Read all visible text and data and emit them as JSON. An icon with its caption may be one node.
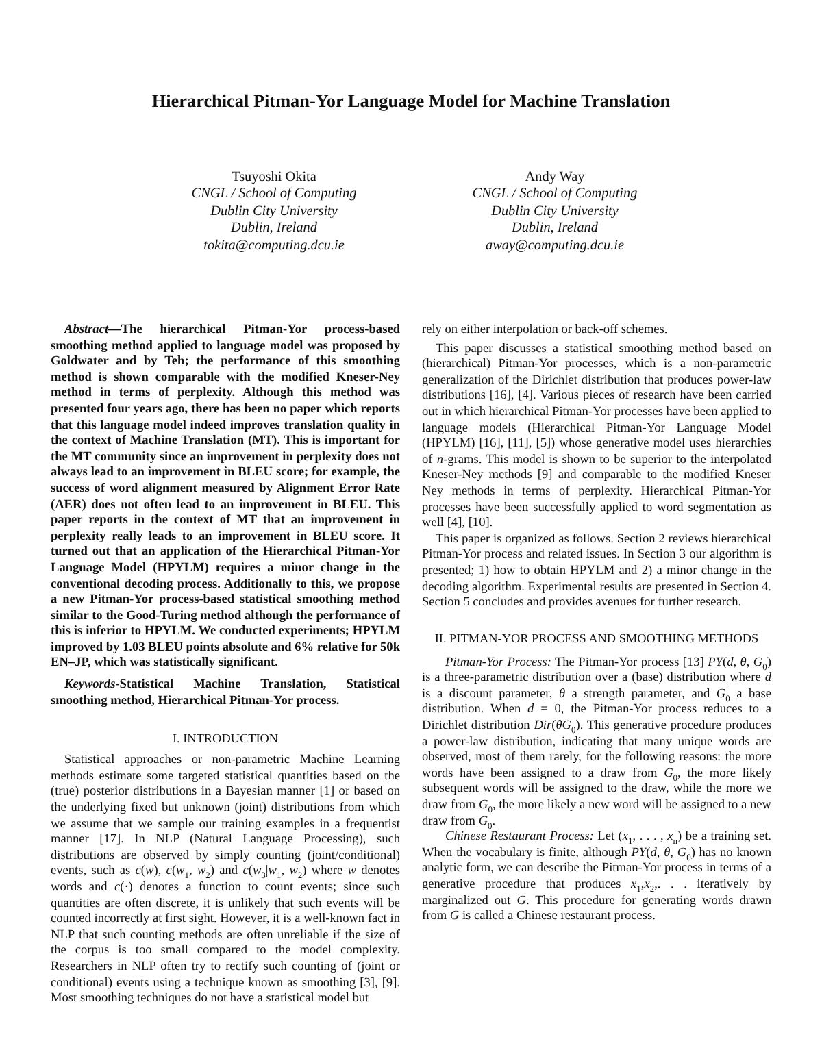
{
  "diagram": {
    "title": "Hierarchical Pitman-Yor Language Model for Machine Translation",
    "labels": [
      "Tsuyoshi Okita",
      "CNGL / School of Computing",
      "Dublin City University",
      "Dublin, Ireland",
      "tokita@computing.dcu.ie",
      "Andy Way",
      "CNGL / School of Computing",
      "Dublin City University",
      "Dublin, Ireland",
      "away@computing.dcu.ie",
      "*Abstract*—The hierarchical Pitman-Yor process-based smoothing method applied to language model was proposed by Goldwater and by Teh; the performance of this smoothing method is shown comparable with the modified Kneser-Ney method in terms of perplexity. Although this method was presented four years ago, there has been no paper which reports that this language model indeed improves translation quality in the context of Machine Translation (MT). This is important for the MT community since an improvement in perplexity does not always lead to an improvement in BLEU score; for example, the success of word alignment measured by Alignment Error Rate (AER) does not often lead to an improvement in BLEU. This paper reports in the context of MT that an improvement in perplexity really leads to an improvement in BLEU score. It turned out that an application of the Hierarchical Pitman-Yor Language Model (HPYLM) requires a minor change in the conventional decoding process. Additionally to this, we propose a new Pitman-Yor process-based statistical smoothing method similar to the Good-Turing method although the performance of this is inferior to HPYLM. We conducted experiments; HPYLM improved by 1.03 BLEU points absolute and 6% relative for 50k EN–JP, which was statistically significant.",
      "*Keywords*-Statistical Machine Translation, Statistical smoothing method, Hierarchical Pitman-Yor process.",
      "I. INTRODUCTION",
      "Statistical approaches or non-parametric Machine Learning methods estimate some targeted statistical quantities based on the (true) posterior distributions in a Bayesian manner [1] or based on the underlying fixed but unknown (joint) distributions from which we assume that we sample our training examples in a frequentist manner [17]. In NLP (Natural Language Processing), such distributions are observed by simply counting (joint/conditional) events, such as *c*(*w*), *c*(*w*$_{1}$, *w*$_{2}$) and *c*(*w*$_{3}$|*w*$_{1}$, *w*$_{2}$) where *w* denotes words and *c*(·) denotes a function to count events; since such quantities are often discrete, it is unlikely that such events will be counted incorrectly at first sight. However, it is a well-known fact in NLP that such counting methods are often unreliable if the size of the corpus is too small compared to the model complexity. Researchers in NLP often try to rectify such counting of (joint or conditional) events using a technique known as smoothing [3], [9]. Most smoothing techniques do not have a statistical model but",
      "rely on either interpolation or back-off schemes.",
      "This paper discusses a statistical smoothing method based on (hierarchical) Pitman-Yor processes, which is a non-parametric generalization of the Dirichlet distribution that produces power-law distributions [16], [4]. Various pieces of research have been carried out in which hierarchical Pitman-Yor processes have been applied to language models (Hierarchical Pitman-Yor Language Model (HPYLM) [16], [11], [5]) whose generative model uses hierarchies of *n*-grams. This model is shown to be superior to the interpolated Kneser-Ney methods [9] and comparable to the modified Kneser Ney methods in terms of perplexity. Hierarchical Pitman-Yor processes have been successfully applied to word segmentation as well [4], [10].",
      "This paper is organized as follows. Section 2 reviews hierarchical Pitman-Yor process and related issues. In Section 3 our algorithm is presented; 1) how to obtain HPYLM and 2) a minor change in the decoding algorithm. Experimental results are presented in Section 4. Section 5 concludes and provides avenues for further research.",
      "II. PITMAN-YOR PROCESS AND SMOOTHING METHODS",
      "*Pitman-Yor Process:* The Pitman-Yor process [13] *PY*(*d*, *θ*, *G*$_{0}$) is a three-parametric distribution over a (base) distribution where *d* is a discount parameter, *θ* a strength parameter, and *G*$_{0}$ a base distribution. When *d* = 0, the Pitman-Yor process reduces to a Dirichlet distribution *Dir*(*θG*$_{0}$). This generative procedure produces a power-law distribution, indicating that many unique words are observed, most of them rarely, for the following reasons: the more words have been assigned to a draw from *G*$_{0}$, the more likely subsequent words will be assigned to the draw, while the more we draw from *G*$_{0}$, the more likely a new word will be assigned to a new draw from *G*$_{0}$.",
      "*Chinese Restaurant Process:* Let (*x*$_{1}$, . . . , *x*$_{n}$) be a training set. When the vocabulary is finite, although *PY*(*d*, *θ*, *G*$_{0}$) has no known analytic form, we can describe the Pitman-Yor process in terms of a generative procedure that produces *x*$_{1}$,*x*$_{2}$,. . . iteratively by marginalized out *G*. This procedure for generating words drawn from *G* is called a Chinese restaurant process."
    ]
  }
}
